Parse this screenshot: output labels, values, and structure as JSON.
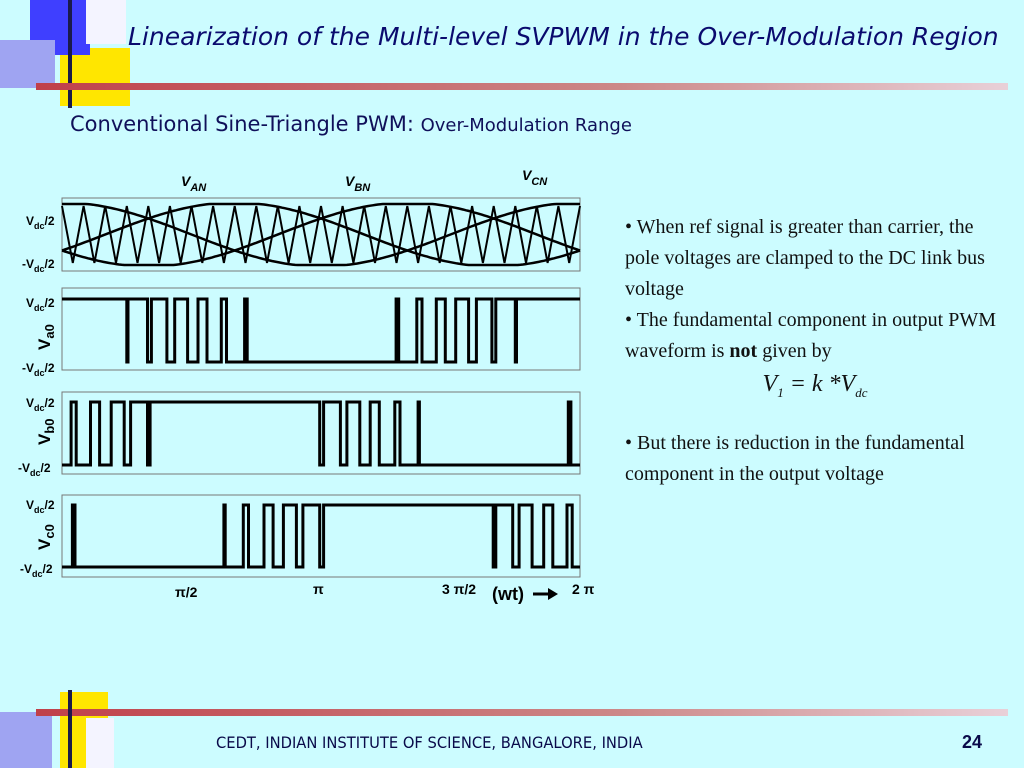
{
  "title": "Linearization of the Multi-level SVPWM in the Over-Modulation Region",
  "subtitle": {
    "main": "Conventional Sine-Triangle PWM:",
    "small": "Over-Modulation Range"
  },
  "figure": {
    "phase_labels": [
      {
        "base": "V",
        "sub": "AN"
      },
      {
        "base": "V",
        "sub": "BN"
      },
      {
        "base": "V",
        "sub": "CN"
      }
    ],
    "level_label_pos": {
      "base": "V",
      "sub": "dc",
      "suffix": "/2"
    },
    "level_label_neg": {
      "prefix": "-V",
      "sub": "dc",
      "suffix": "/2"
    },
    "pole_labels": [
      {
        "base": "V",
        "sub": "a0"
      },
      {
        "base": "V",
        "sub": "b0"
      },
      {
        "base": "V",
        "sub": "c0"
      }
    ],
    "x_ticks": [
      "π/2",
      "π",
      "3 π/2",
      "2 π"
    ],
    "x_axis_label": "(wt)"
  },
  "bullets": {
    "b1": "• When ref signal is greater than carrier, the pole voltages are clamped to the DC link bus voltage",
    "b2_pre": "• The fundamental component in output PWM waveform is ",
    "b2_bold": "not",
    "b2_post": " given by",
    "formula": {
      "lhs": "V",
      "lhs_sub": "1",
      "rhs": " = k *V",
      "rhs_sub": "dc"
    },
    "b3": "• But there is reduction in the fundamental component in the output voltage"
  },
  "footer": "CEDT, INDIAN INSTITUTE OF SCIENCE, BANGALORE, INDIA",
  "page_number": "24",
  "colors": {
    "background": "#ccfcff",
    "title": "#0a0a6e",
    "accent_bar": "#c0404a",
    "square_yellow": "#ffe600",
    "square_blue": "#3f3fff",
    "square_lightblue": "#9fa4f2"
  }
}
